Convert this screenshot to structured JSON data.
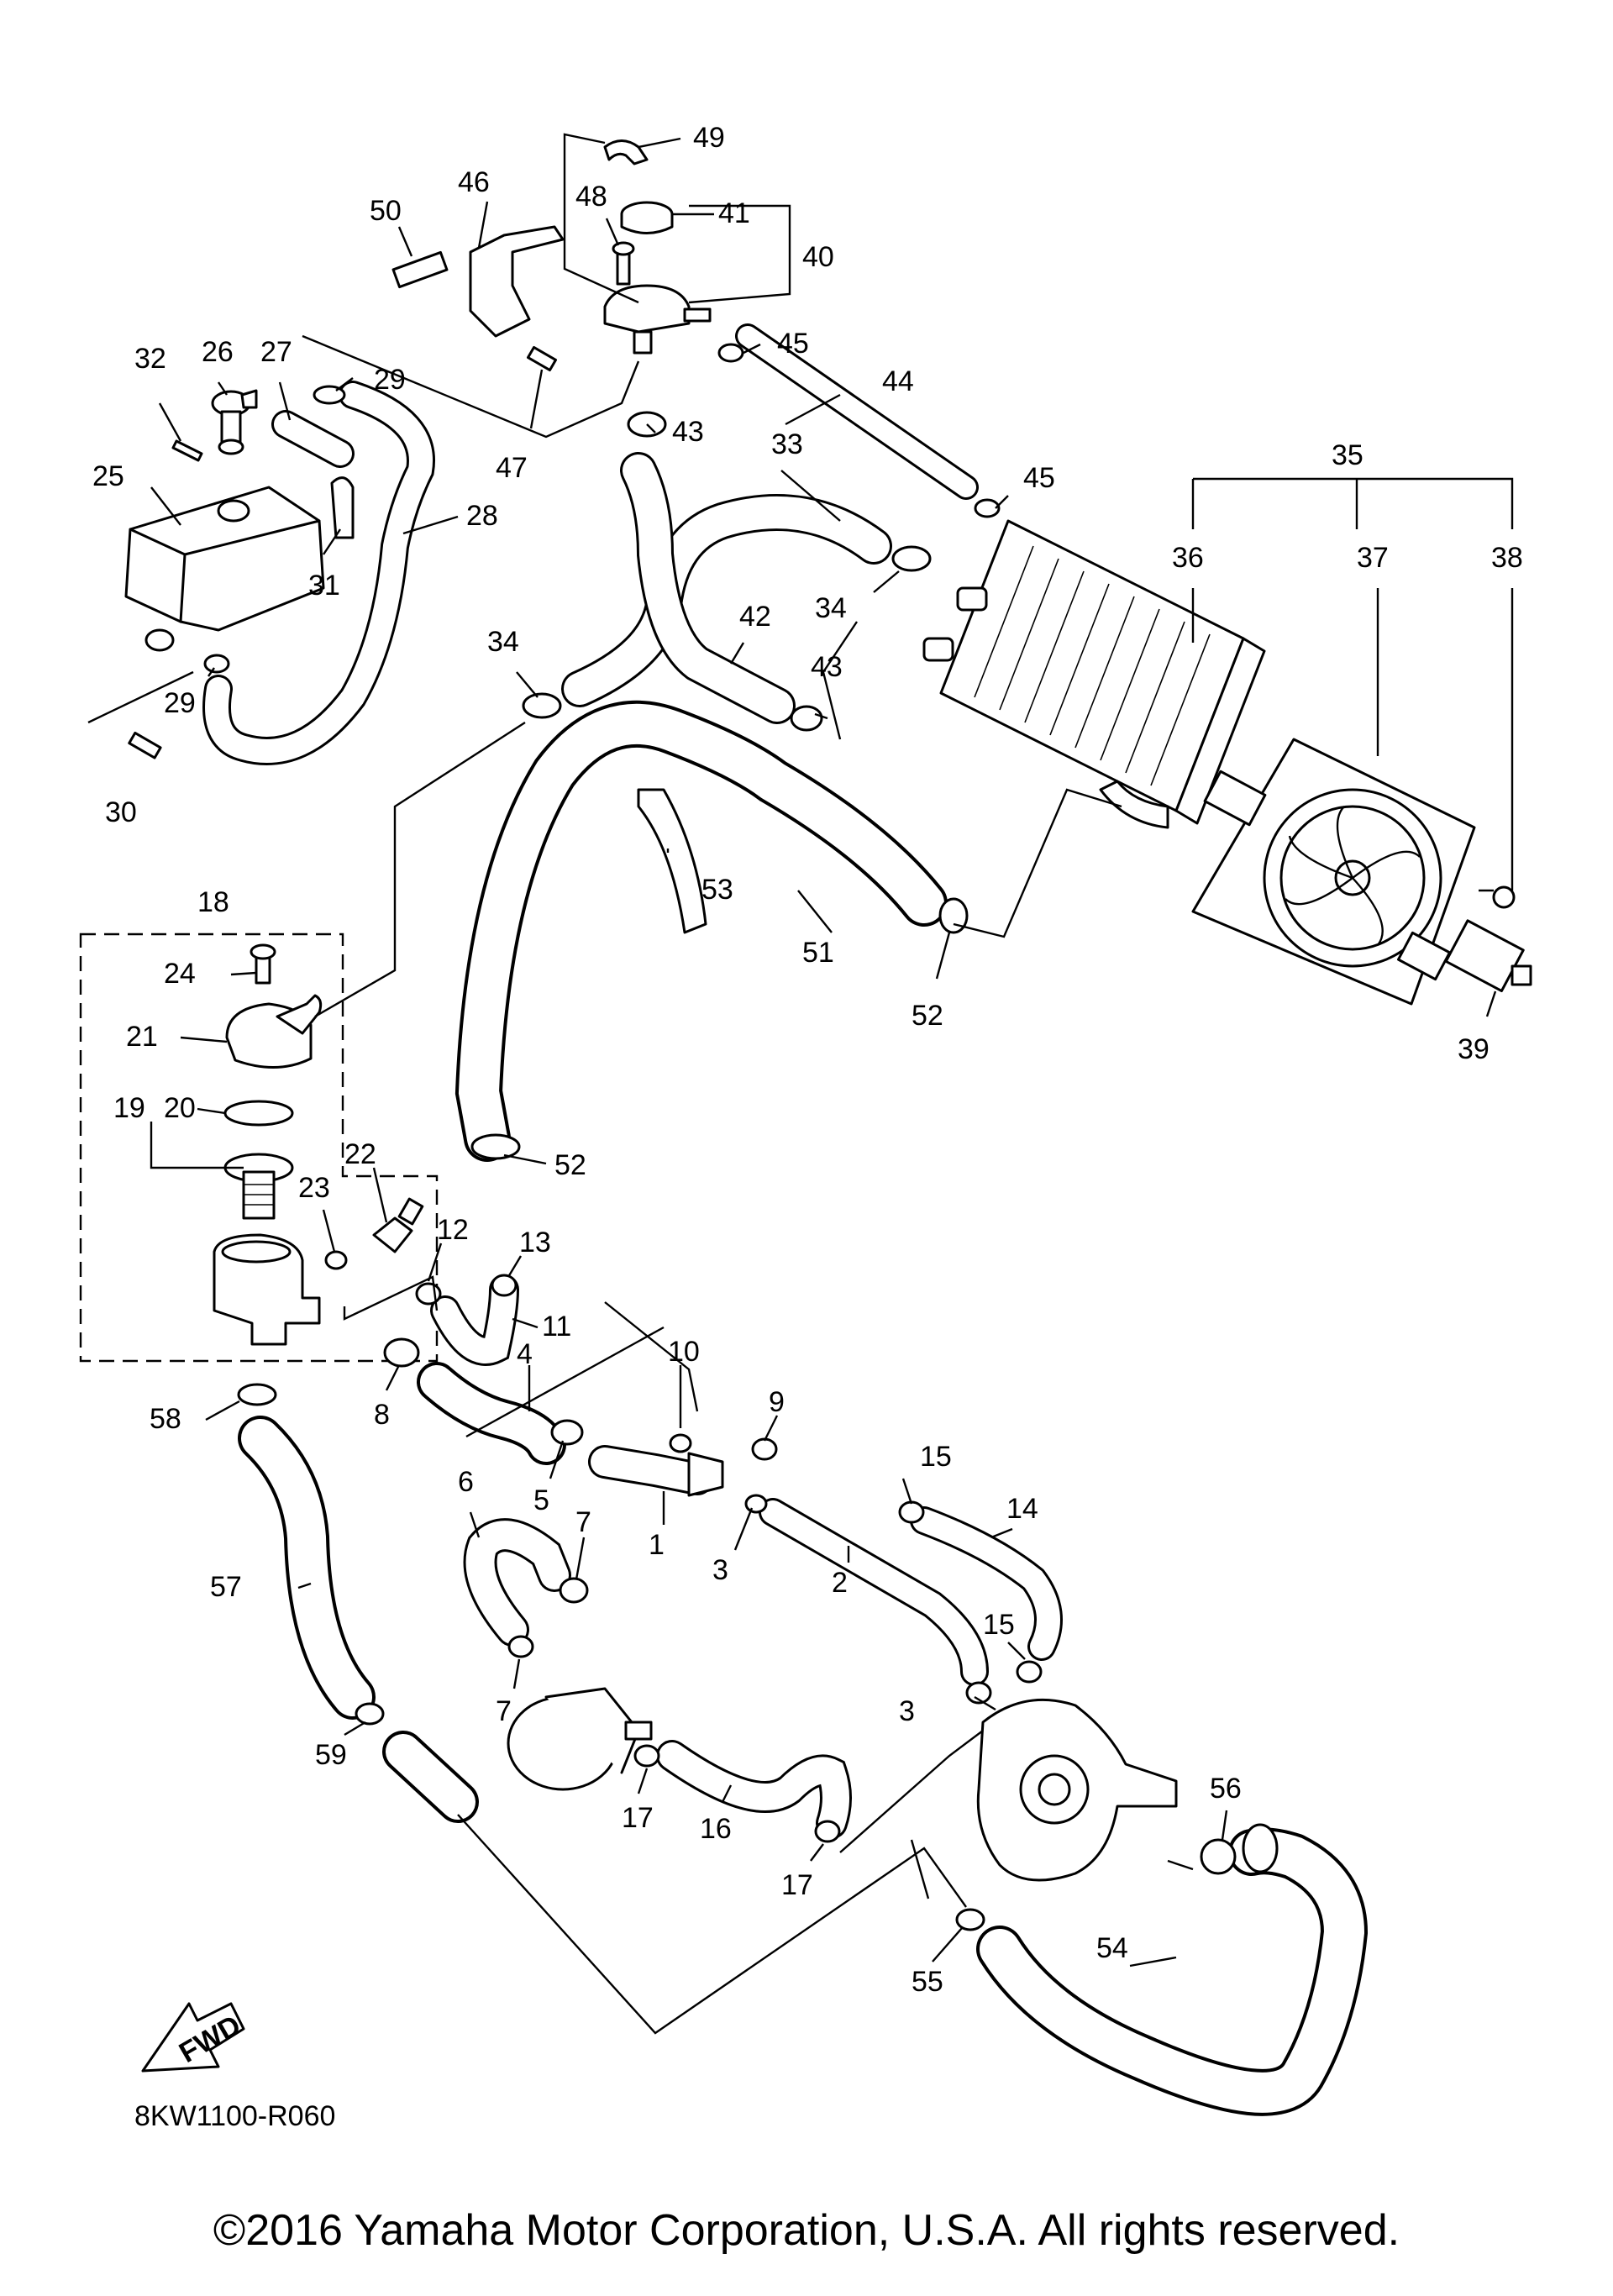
{
  "diagram": {
    "drawing_code": "8KW1100-R060",
    "direction_label": "FWD",
    "copyright": "©2016 Yamaha Motor Corporation, U.S.A. All rights reserved.",
    "callouts": [
      {
        "id": "c1",
        "label": "1"
      },
      {
        "id": "c2",
        "label": "2"
      },
      {
        "id": "c3a",
        "label": "3"
      },
      {
        "id": "c3b",
        "label": "3"
      },
      {
        "id": "c4",
        "label": "4"
      },
      {
        "id": "c5",
        "label": "5"
      },
      {
        "id": "c6",
        "label": "6"
      },
      {
        "id": "c7a",
        "label": "7"
      },
      {
        "id": "c7b",
        "label": "7"
      },
      {
        "id": "c8",
        "label": "8"
      },
      {
        "id": "c9",
        "label": "9"
      },
      {
        "id": "c10",
        "label": "10"
      },
      {
        "id": "c11",
        "label": "11"
      },
      {
        "id": "c12",
        "label": "12"
      },
      {
        "id": "c13",
        "label": "13"
      },
      {
        "id": "c14",
        "label": "14"
      },
      {
        "id": "c15a",
        "label": "15"
      },
      {
        "id": "c15b",
        "label": "15"
      },
      {
        "id": "c16",
        "label": "16"
      },
      {
        "id": "c17a",
        "label": "17"
      },
      {
        "id": "c17b",
        "label": "17"
      },
      {
        "id": "c18",
        "label": "18"
      },
      {
        "id": "c19",
        "label": "19"
      },
      {
        "id": "c20",
        "label": "20"
      },
      {
        "id": "c21",
        "label": "21"
      },
      {
        "id": "c22",
        "label": "22"
      },
      {
        "id": "c23",
        "label": "23"
      },
      {
        "id": "c24",
        "label": "24"
      },
      {
        "id": "c25",
        "label": "25"
      },
      {
        "id": "c26",
        "label": "26"
      },
      {
        "id": "c27",
        "label": "27"
      },
      {
        "id": "c28",
        "label": "28"
      },
      {
        "id": "c29a",
        "label": "29"
      },
      {
        "id": "c29b",
        "label": "29"
      },
      {
        "id": "c30",
        "label": "30"
      },
      {
        "id": "c31",
        "label": "31"
      },
      {
        "id": "c32",
        "label": "32"
      },
      {
        "id": "c33",
        "label": "33"
      },
      {
        "id": "c34a",
        "label": "34"
      },
      {
        "id": "c34b",
        "label": "34"
      },
      {
        "id": "c35",
        "label": "35"
      },
      {
        "id": "c36",
        "label": "36"
      },
      {
        "id": "c37",
        "label": "37"
      },
      {
        "id": "c38",
        "label": "38"
      },
      {
        "id": "c39",
        "label": "39"
      },
      {
        "id": "c40",
        "label": "40"
      },
      {
        "id": "c41",
        "label": "41"
      },
      {
        "id": "c42",
        "label": "42"
      },
      {
        "id": "c43a",
        "label": "43"
      },
      {
        "id": "c43b",
        "label": "43"
      },
      {
        "id": "c44",
        "label": "44"
      },
      {
        "id": "c45a",
        "label": "45"
      },
      {
        "id": "c45b",
        "label": "45"
      },
      {
        "id": "c46",
        "label": "46"
      },
      {
        "id": "c47",
        "label": "47"
      },
      {
        "id": "c48",
        "label": "48"
      },
      {
        "id": "c49",
        "label": "49"
      },
      {
        "id": "c50",
        "label": "50"
      },
      {
        "id": "c51",
        "label": "51"
      },
      {
        "id": "c52a",
        "label": "52"
      },
      {
        "id": "c52b",
        "label": "52"
      },
      {
        "id": "c53",
        "label": "53"
      },
      {
        "id": "c54",
        "label": "54"
      },
      {
        "id": "c55",
        "label": "55"
      },
      {
        "id": "c56",
        "label": "56"
      },
      {
        "id": "c57",
        "label": "57"
      },
      {
        "id": "c58",
        "label": "58"
      },
      {
        "id": "c59",
        "label": "59"
      }
    ]
  }
}
